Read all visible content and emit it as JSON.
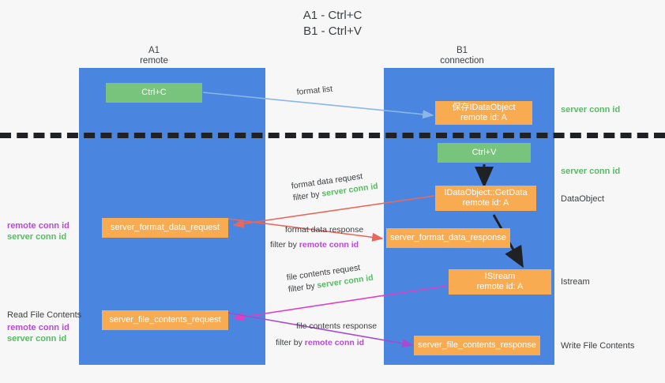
{
  "title": {
    "line1": "A1 - Ctrl+C",
    "line2": "B1 - Ctrl+V"
  },
  "columns": [
    {
      "name": "A1",
      "role": "remote"
    },
    {
      "name": "B1",
      "role": "connection"
    }
  ],
  "nodes": {
    "ctrl_c": {
      "label": "Ctrl+C"
    },
    "ctrl_v": {
      "label": "Ctrl+V"
    },
    "save_idataobject": {
      "line1": "保存IDataObject",
      "line2": "remote id: A"
    },
    "getdata": {
      "line1": "IDataObject::GetData",
      "line2": "remote id: A"
    },
    "istream": {
      "line1": "IStream",
      "line2": "remote id: A"
    },
    "server_format_data_request": {
      "label": "server_format_data_request"
    },
    "server_format_data_response": {
      "label": "server_format_data_response"
    },
    "server_file_contents_request": {
      "label": "server_file_contents_request"
    },
    "server_file_contents_response": {
      "label": "server_file_contents_response"
    }
  },
  "edges": {
    "format_list": {
      "label": "format list"
    },
    "format_data_request": {
      "line1": "format data request",
      "filter_prefix": "filter by ",
      "filter_value": "server conn id"
    },
    "format_data_response": {
      "line1": "format data response",
      "filter_prefix": "filter by ",
      "filter_value": "remote conn id"
    },
    "file_contents_request": {
      "line1": "file contents request",
      "filter_prefix": "filter by ",
      "filter_value": "server conn id"
    },
    "file_contents_response": {
      "line1": "file contents response",
      "filter_prefix": "filter by ",
      "filter_value": "remote conn id"
    }
  },
  "annotations": {
    "left": {
      "format_remote": "remote conn id",
      "format_server": "server conn id",
      "read_file_contents": "Read File Contents",
      "file_remote": "remote conn id",
      "file_server": "server conn id"
    },
    "right": {
      "server_conn_id_top": "server conn id",
      "server_conn_id_mid": "server conn id",
      "dataobject": "DataObject",
      "istream": "Istream",
      "write_file_contents": "Write File Contents"
    }
  },
  "colors": {
    "lane": "#4a86e0",
    "box_orange": "#f9ab51",
    "box_green": "#78c47c",
    "server_conn_id": "#57bb63",
    "remote_conn_id": "#b64bd6",
    "arrow_blue": "#8ab6e8",
    "arrow_red": "#e8695c",
    "arrow_magenta": "#e040c0",
    "arrow_purple": "#a64bd0",
    "arrow_black": "#202124",
    "background": "#f7f7f7"
  }
}
